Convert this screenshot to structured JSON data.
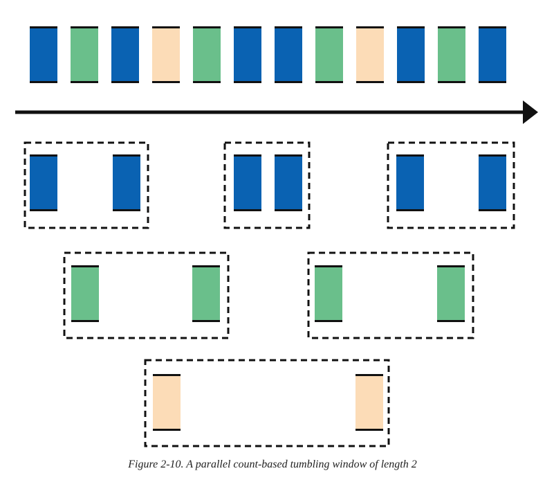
{
  "colors": {
    "blue": "#0a62b2",
    "green": "#6abf8b",
    "orange": "#fcdcb7",
    "outline": "#111111",
    "background": "#ffffff"
  },
  "stream": {
    "events": [
      "blue",
      "green",
      "blue",
      "orange",
      "green",
      "blue",
      "blue",
      "green",
      "orange",
      "blue",
      "green",
      "blue"
    ],
    "direction": "right"
  },
  "windows": [
    {
      "color": "blue",
      "count": 2
    },
    {
      "color": "blue",
      "count": 2
    },
    {
      "color": "blue",
      "count": 2
    },
    {
      "color": "green",
      "count": 2
    },
    {
      "color": "green",
      "count": 2
    },
    {
      "color": "orange",
      "count": 2
    }
  ],
  "caption": "Figure 2-10. A parallel count-based tumbling window of length 2"
}
